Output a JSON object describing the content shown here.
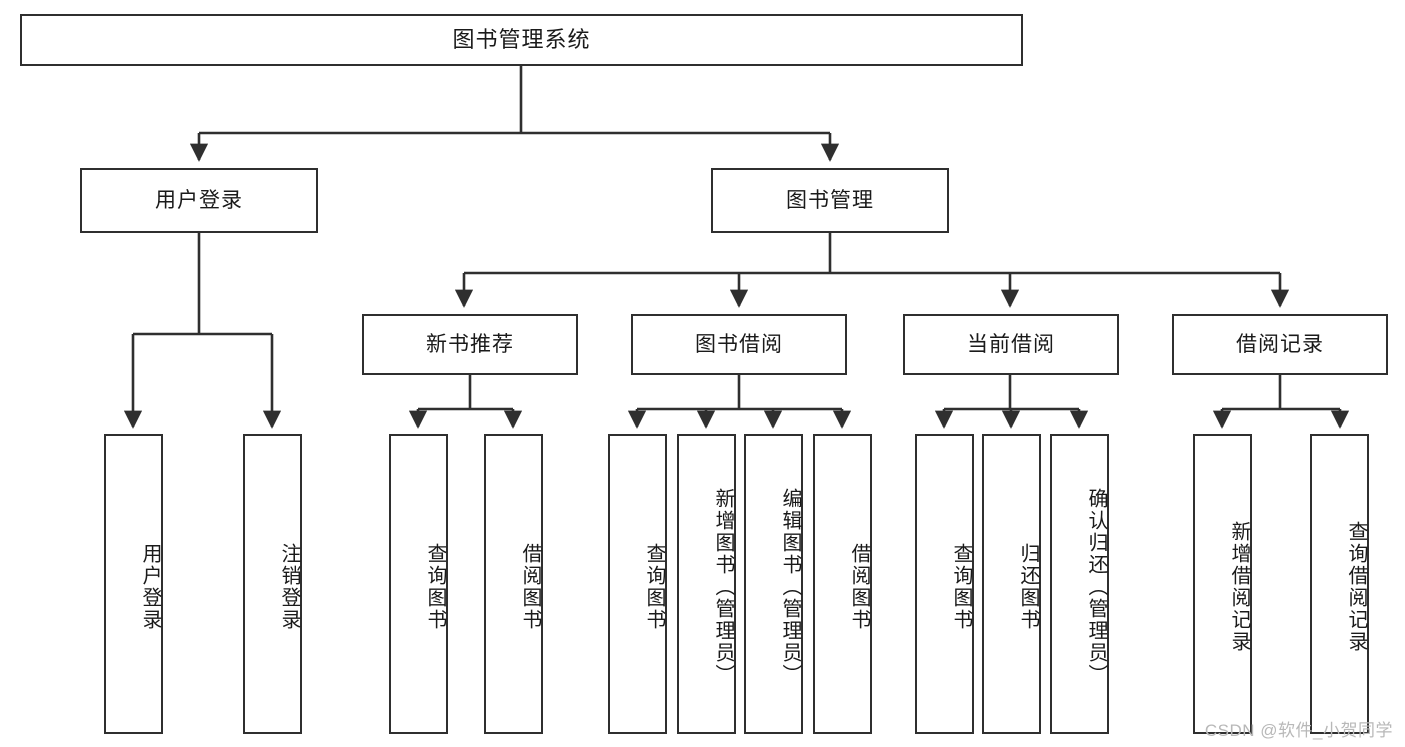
{
  "diagram": {
    "type": "tree",
    "title": "图书管理系统",
    "orientation": "top-down",
    "colors": {
      "box_border": "#2f2f2f",
      "box_fill": "#ffffff",
      "connector": "#2f2f2f",
      "text": "#1a1a1a",
      "watermark": "#b8b8b8",
      "background": "#ffffff"
    },
    "root": {
      "label": "图书管理系统"
    },
    "level2": [
      {
        "id": "user-login",
        "label": "用户登录"
      },
      {
        "id": "book-manage",
        "label": "图书管理"
      }
    ],
    "level3": [
      {
        "id": "new-book-rec",
        "label": "新书推荐"
      },
      {
        "id": "book-borrow",
        "label": "图书借阅"
      },
      {
        "id": "current-borrow",
        "label": "当前借阅"
      },
      {
        "id": "borrow-record",
        "label": "借阅记录"
      }
    ],
    "leaves": {
      "user_login": [
        {
          "id": "leaf-user-login",
          "label": "用户登录"
        },
        {
          "id": "leaf-logout-login",
          "label": "注销登录"
        }
      ],
      "new_book_rec": [
        {
          "id": "leaf-query-book-1",
          "label": "查询图书"
        },
        {
          "id": "leaf-borrow-book-1",
          "label": "借阅图书"
        }
      ],
      "book_borrow": [
        {
          "id": "leaf-query-book-2",
          "label": "查询图书"
        },
        {
          "id": "leaf-add-book",
          "label": "新增图书（管理员）"
        },
        {
          "id": "leaf-edit-book",
          "label": "编辑图书（管理员）"
        },
        {
          "id": "leaf-borrow-book-2",
          "label": "借阅图书"
        }
      ],
      "current_borrow": [
        {
          "id": "leaf-query-book-3",
          "label": "查询图书"
        },
        {
          "id": "leaf-return-book",
          "label": "归还图书"
        },
        {
          "id": "leaf-confirm-return",
          "label": "确认归还（管理员）"
        }
      ],
      "borrow_record": [
        {
          "id": "leaf-add-record",
          "label": "新增借阅记录"
        },
        {
          "id": "leaf-query-record",
          "label": "查询借阅记录"
        }
      ]
    }
  },
  "watermark": {
    "text": "CSDN @软件_小贺同学"
  }
}
